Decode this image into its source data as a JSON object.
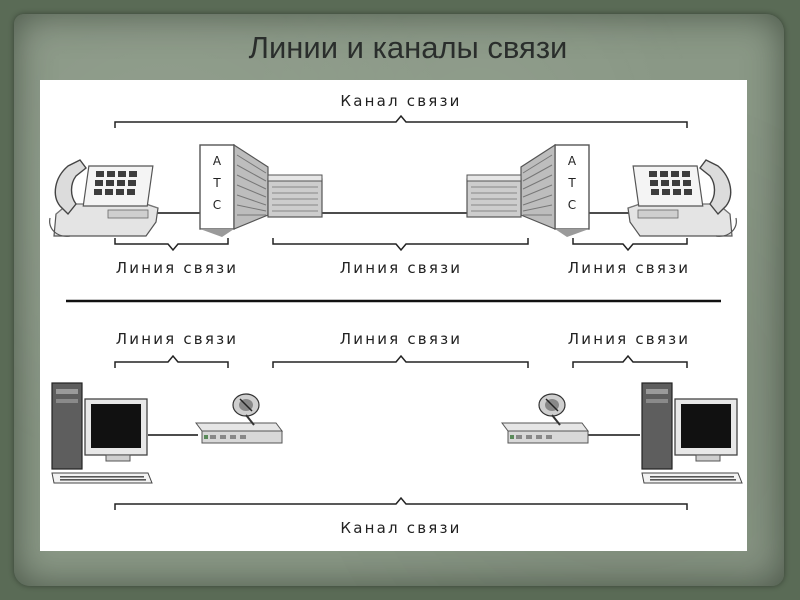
{
  "slide": {
    "title": "Линии и каналы связи"
  },
  "telephone_section": {
    "channel_label": "Канал связи",
    "line_labels": [
      "Линия связи",
      "Линия связи",
      "Линия связи"
    ],
    "exchange_label_chars": [
      "А",
      "Т",
      "С"
    ]
  },
  "computer_section": {
    "line_labels": [
      "Линия связи",
      "Линия связи",
      "Линия связи"
    ],
    "channel_label": "Канал связи"
  },
  "icons": {
    "telephone": "telephone-icon",
    "exchange": "telephone-exchange-icon",
    "computer": "computer-icon",
    "modem": "satellite-modem-icon"
  }
}
